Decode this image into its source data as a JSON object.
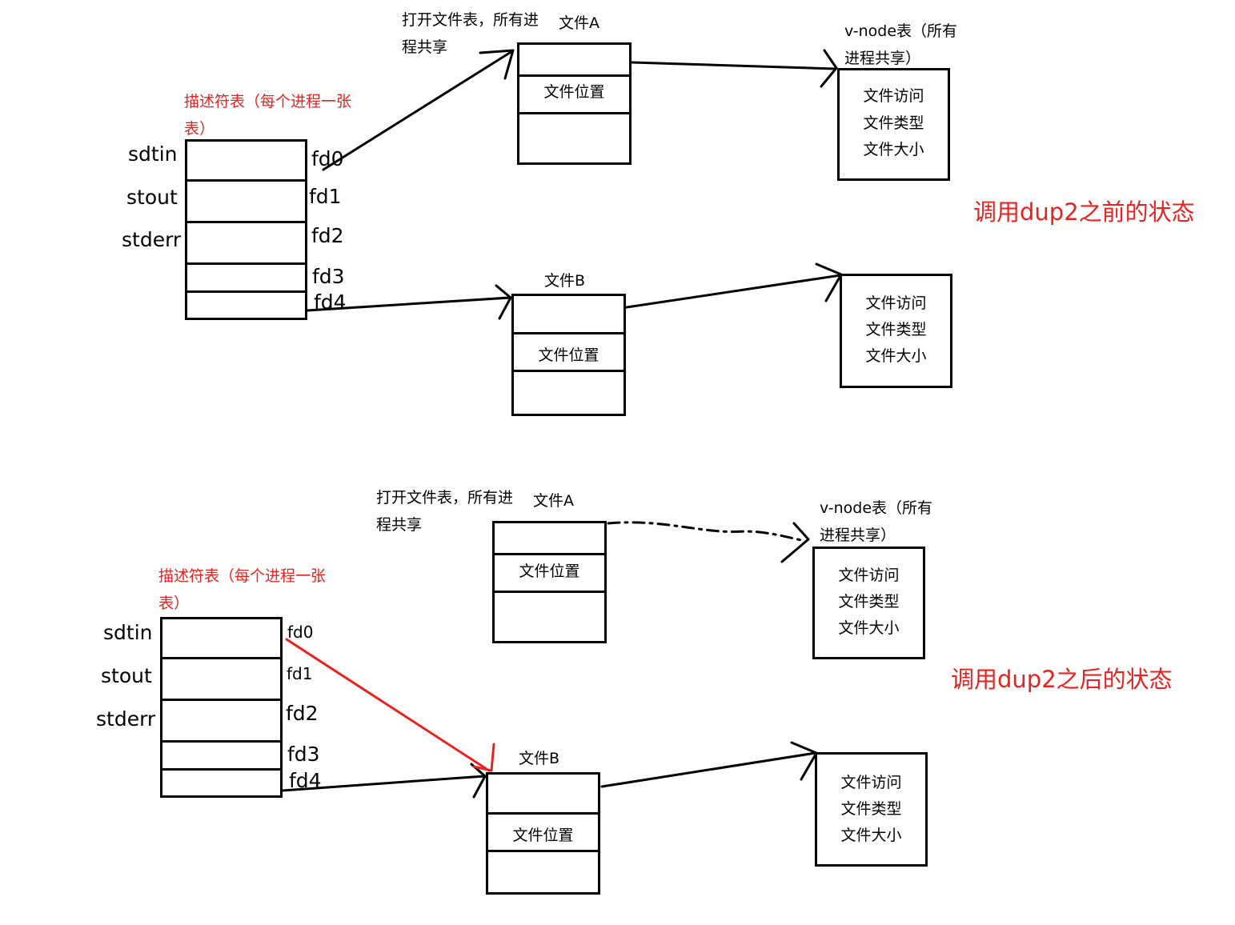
{
  "before": {
    "desc_table_title": "描述符表（每个进程一张表）",
    "std_labels": [
      "sdtin",
      "stout",
      "stderr"
    ],
    "fd_labels": [
      "fd0",
      "fd1",
      "fd2",
      "fd3",
      "fd4"
    ],
    "open_file_table_note": "打开文件表，所有进程共享",
    "file_a": {
      "title": "文件A",
      "position": "文件位置"
    },
    "file_b": {
      "title": "文件B",
      "position": "文件位置"
    },
    "vnode_title": "v-node表（所有进程共享）",
    "vnode_a_lines": [
      "文件访问",
      "文件类型",
      "文件大小"
    ],
    "vnode_b_lines": [
      "文件访问",
      "文件类型",
      "文件大小"
    ],
    "state_label": "调用dup2之前的状态"
  },
  "after": {
    "desc_table_title": "描述符表（每个进程一张表）",
    "std_labels": [
      "sdtin",
      "stout",
      "stderr"
    ],
    "fd_labels": [
      "fd0",
      "fd1",
      "fd2",
      "fd3",
      "fd4"
    ],
    "open_file_table_note": "打开文件表，所有进程共享",
    "file_a": {
      "title": "文件A",
      "position": "文件位置"
    },
    "file_b": {
      "title": "文件B",
      "position": "文件位置"
    },
    "vnode_title": "v-node表（所有进程共享）",
    "vnode_a_lines": [
      "文件访问",
      "文件类型",
      "文件大小"
    ],
    "vnode_b_lines": [
      "文件访问",
      "文件类型",
      "文件大小"
    ],
    "state_label": "调用dup2之后的状态"
  },
  "colors": {
    "highlight": "#e8231f",
    "line": "#000000"
  }
}
